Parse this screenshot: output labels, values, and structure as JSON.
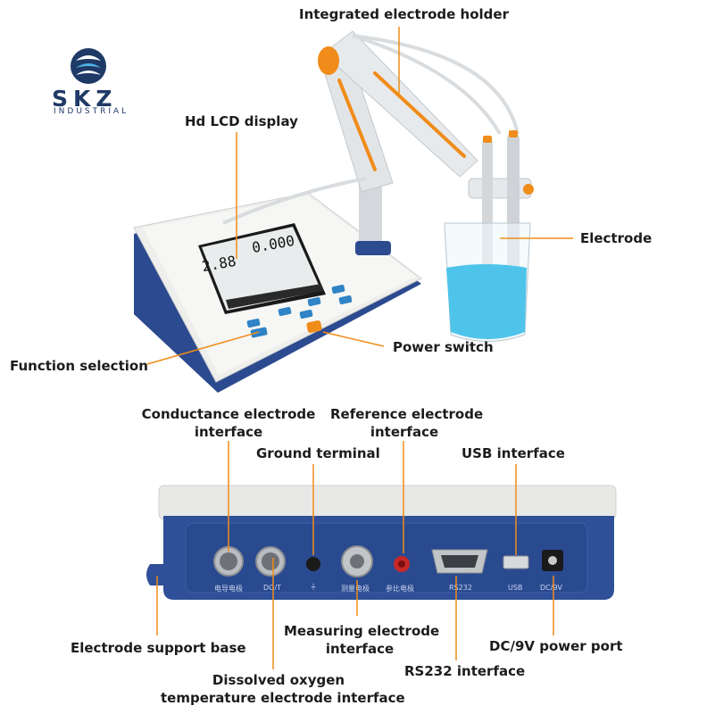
{
  "brand": {
    "name": "SKZ",
    "subtitle": "INDUSTRIAL"
  },
  "callouts": {
    "electrode_holder": "Integrated electrode holder",
    "lcd_display": "Hd LCD display",
    "electrode": "Electrode",
    "power_switch": "Power switch",
    "function_selection": "Function selection",
    "conductance_line1": "Conductance electrode",
    "conductance_line2": "interface",
    "reference_line1": "Reference electrode",
    "reference_line2": "interface",
    "ground_terminal": "Ground terminal",
    "usb_interface": "USB interface",
    "measuring_line1": "Measuring electrode",
    "measuring_line2": "interface",
    "support_base": "Electrode support base",
    "dc_port": "DC/9V power port",
    "rs232": "RS232 interface",
    "do_line1": "Dissolved oxygen",
    "do_line2": "temperature electrode interface"
  },
  "screen": {
    "reading1": "2.88",
    "reading2": "0.000"
  },
  "ports": {
    "conductance": "电导电极",
    "do_t": "DO/T",
    "ground": "⏚",
    "measuring": "测量电极",
    "reference": "参比电极",
    "rs232": "RS232",
    "usb": "USB",
    "dc": "DC/9V"
  },
  "colors": {
    "accent": "#f08c1a",
    "panel_blue": "#2f4f98",
    "liquid": "#4ec4ea",
    "brand": "#1f3a66"
  }
}
